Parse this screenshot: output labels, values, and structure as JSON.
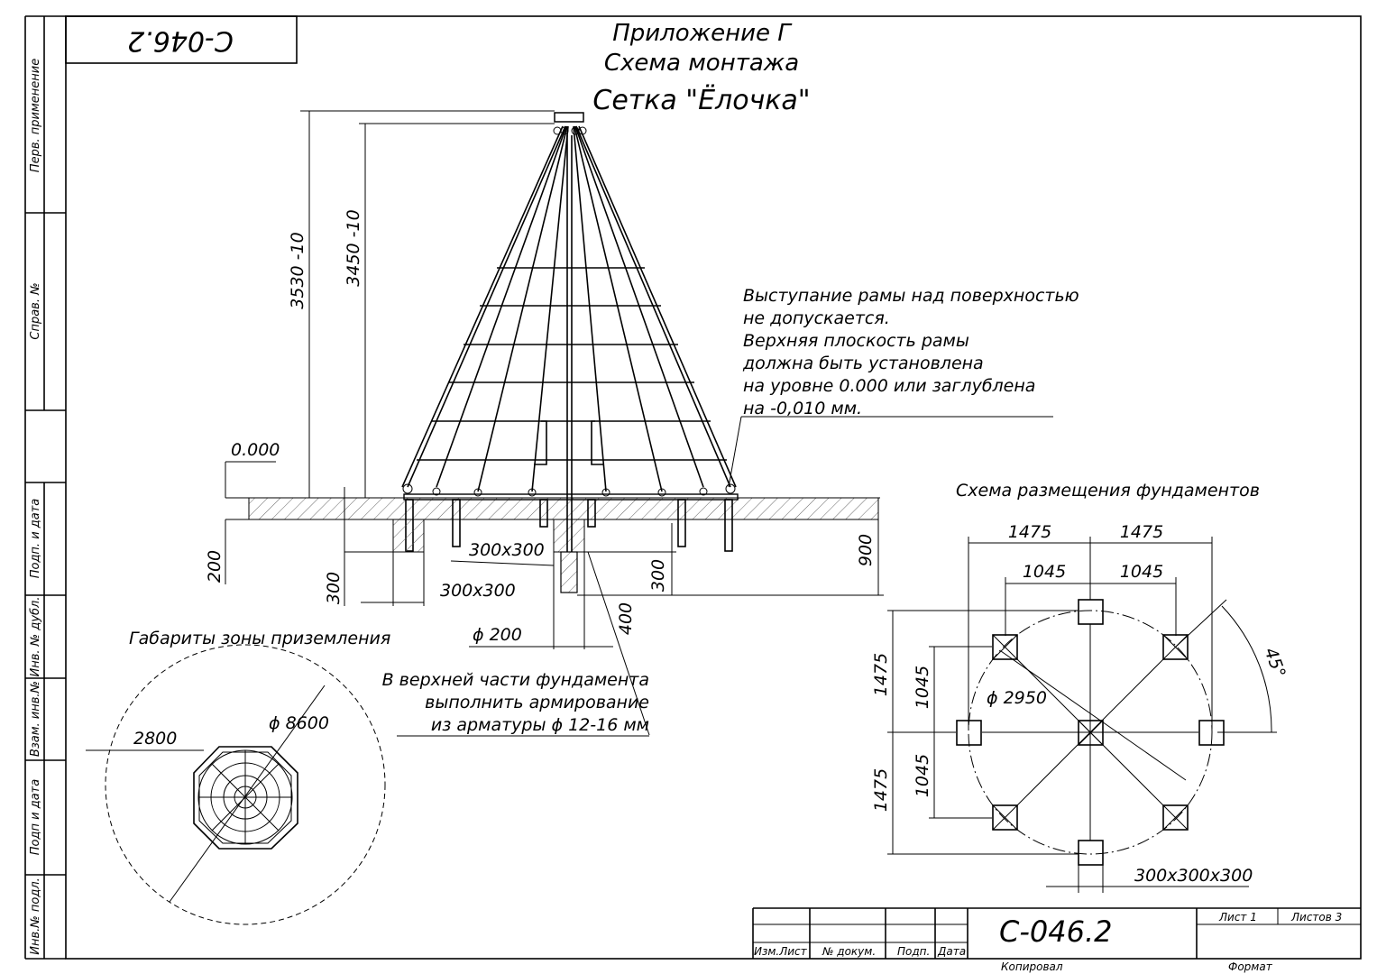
{
  "frame": {
    "doc_code_rotated": "С-046.2",
    "side_labels": [
      "Перв. применение",
      "Справ. №",
      "Подп. и дата",
      "Инв. № дубл.",
      "Взам. инв.№",
      "Подп и дата",
      "Инв.№ подл."
    ]
  },
  "title": {
    "line1": "Приложение Г",
    "line2": "Схема монтажа",
    "line3": "Сетка \"Ёлочка\""
  },
  "elevation": {
    "level_mark": "0.000",
    "dim_total_height": "3530 -10",
    "dim_frame_height": "3450 -10",
    "dim_200": "200",
    "dim_300_left": "300",
    "dim_300_right": "300",
    "dim_900": "900",
    "dim_400": "400",
    "pad_a": "300x300",
    "pad_b": "300x300",
    "pile_diameter": "ϕ 200"
  },
  "note_frame": {
    "lines": [
      "Выступание рамы над поверхностью",
      "не допускается.",
      "Верхняя плоскость рамы",
      " должна быть установлена",
      " на уровне 0.000 или заглублена",
      "на -0,010 мм."
    ]
  },
  "note_rebar": {
    "lines": [
      "В верхней части фундамента",
      "выполнить армирование",
      "из арматуры ϕ 12-16 мм"
    ]
  },
  "landing_zone": {
    "title": "Габариты зоны приземления",
    "diameter": "ϕ 8600",
    "offset": "2800"
  },
  "foundation_plan": {
    "title": "Схема размещения фундаментов",
    "dim_top_outer_left": "1475",
    "dim_top_outer_right": "1475",
    "dim_top_inner_left": "1045",
    "dim_top_inner_right": "1045",
    "dim_left_outer_top": "1475",
    "dim_left_outer_bottom": "1475",
    "dim_left_inner_top": "1045",
    "dim_left_inner_bottom": "1045",
    "circle_diameter": "ϕ 2950",
    "angle": "45°",
    "pad_size": "300x300x300"
  },
  "title_block": {
    "code": "С-046.2",
    "sheet_label": "Лист 1",
    "sheets_label": "Листов 3",
    "col_izm_list": "Изм.Лист",
    "col_doc": "№ докум.",
    "col_sign": "Подп.",
    "col_date": "Дата",
    "copied": "Копировал",
    "format": "Формат"
  }
}
